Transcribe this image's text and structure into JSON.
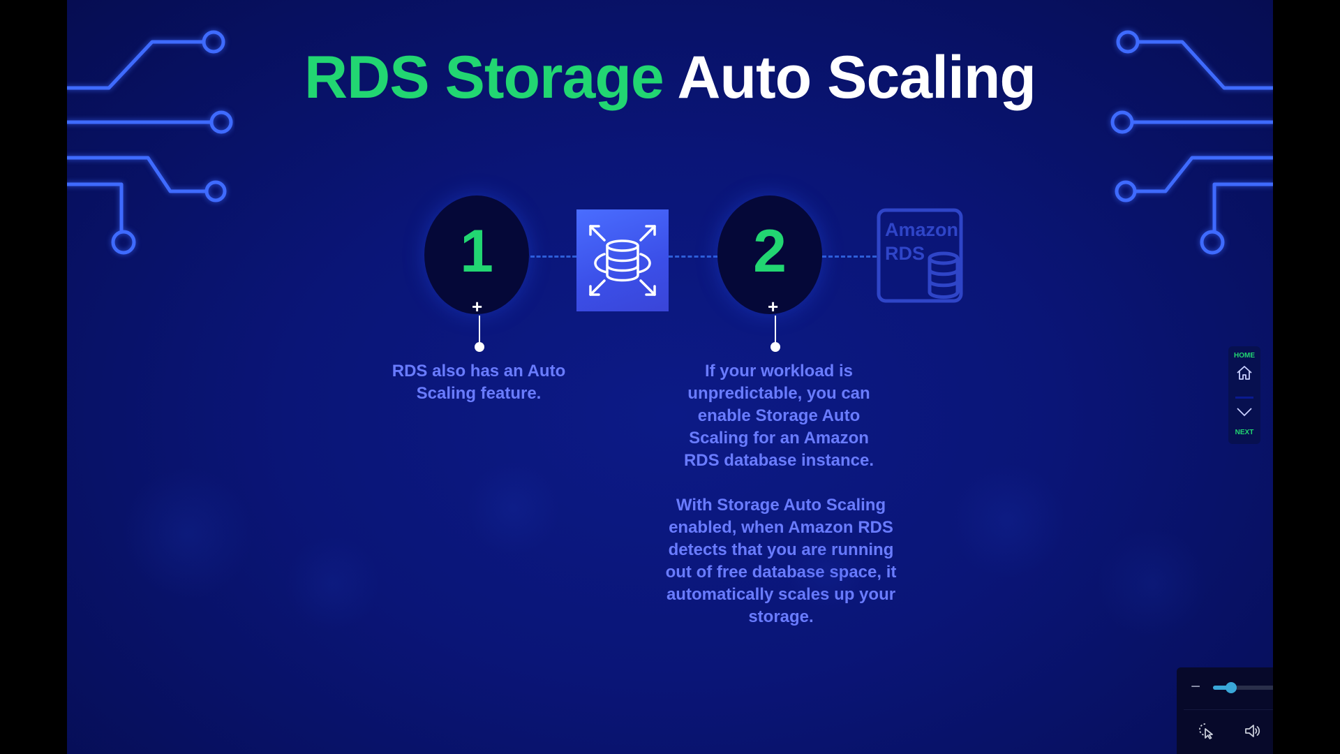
{
  "title": {
    "green": "RDS Storage",
    "white": "Auto Scaling"
  },
  "steps": [
    {
      "number": "1",
      "paragraphs": [
        "RDS also has an Auto Scaling feature."
      ]
    },
    {
      "number": "2",
      "paragraphs": [
        "If your workload is unpredictable, you can enable Storage Auto Scaling for an Amazon RDS database instance.",
        "With Storage Auto Scaling enabled, when Amazon RDS detects that you are running out of free database space, it automatically scales up your storage."
      ]
    }
  ],
  "rds_logo": {
    "line1": "Amazon",
    "line2": "RDS"
  },
  "nav": {
    "home_label": "HOME",
    "next_label": "NEXT"
  },
  "player": {
    "zoom_minus": "−",
    "zoom_plus": "+",
    "zoom_level": 0.18
  },
  "colors": {
    "accent_green": "#22d672",
    "text_blue": "#6a7cff",
    "background": "#0a1577",
    "circuit": "#3f6bff"
  },
  "icons": {
    "scale": "database-auto-scaling-icon",
    "home": "home-icon",
    "next": "chevron-down-icon",
    "cursor": "pointer-click-icon",
    "volume": "volume-icon",
    "fullscreen": "exit-fullscreen-icon"
  }
}
